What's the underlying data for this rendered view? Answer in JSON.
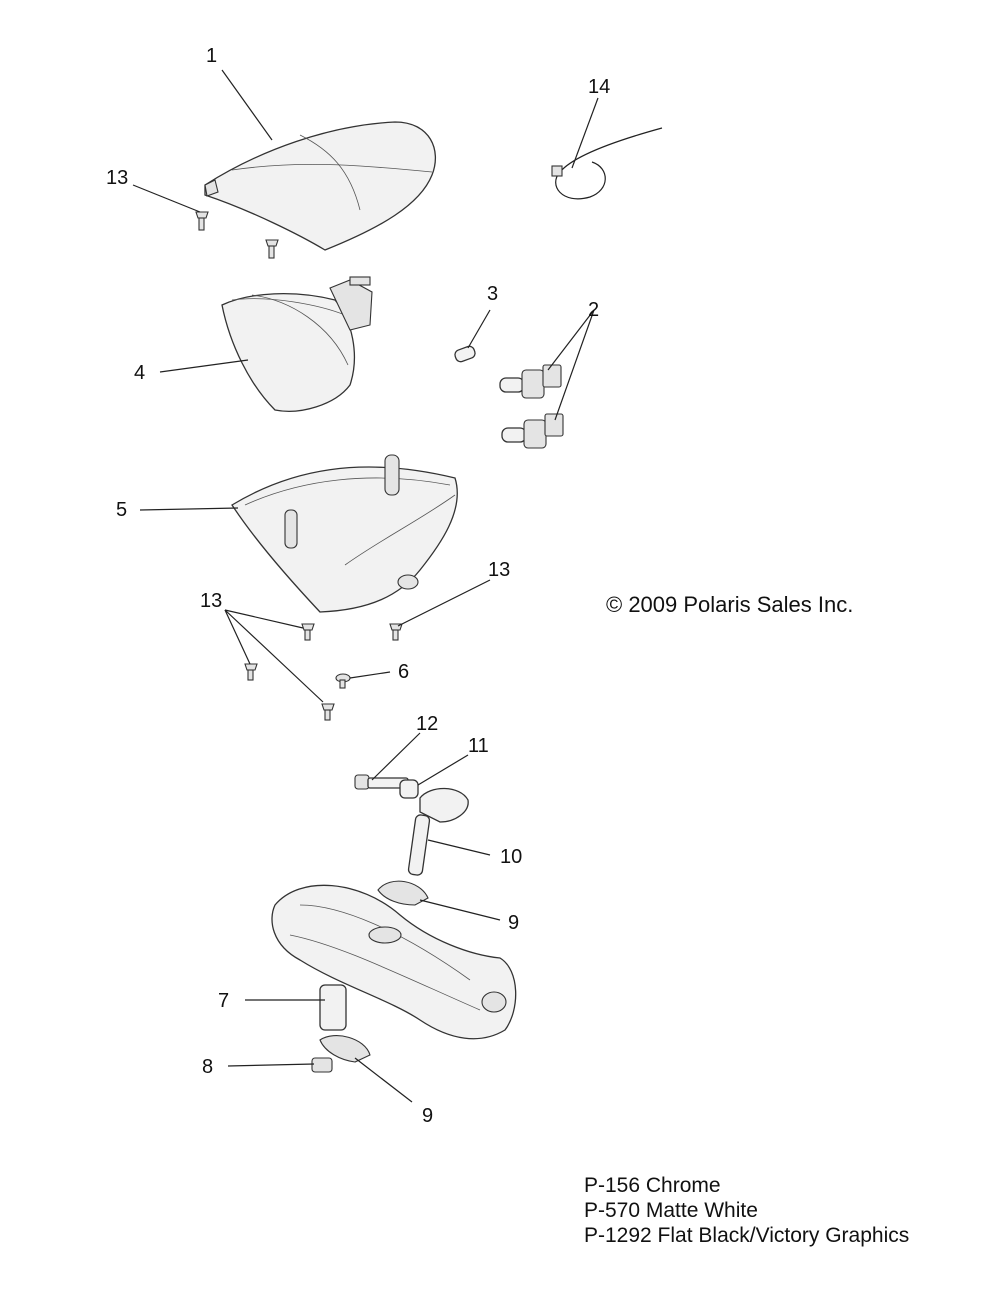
{
  "callouts": {
    "c1": "1",
    "c2": "2",
    "c3": "3",
    "c4": "4",
    "c5": "5",
    "c6": "6",
    "c7": "7",
    "c8": "8",
    "c9a": "9",
    "c9b": "9",
    "c10": "10",
    "c11": "11",
    "c12": "12",
    "c13a": "13",
    "c13b": "13",
    "c13c": "13",
    "c14": "14"
  },
  "copyright": "© 2009 Polaris Sales Inc.",
  "finishes": [
    "P-156  Chrome",
    "P-570  Matte White",
    "P-1292 Flat Black/Victory Graphics"
  ]
}
